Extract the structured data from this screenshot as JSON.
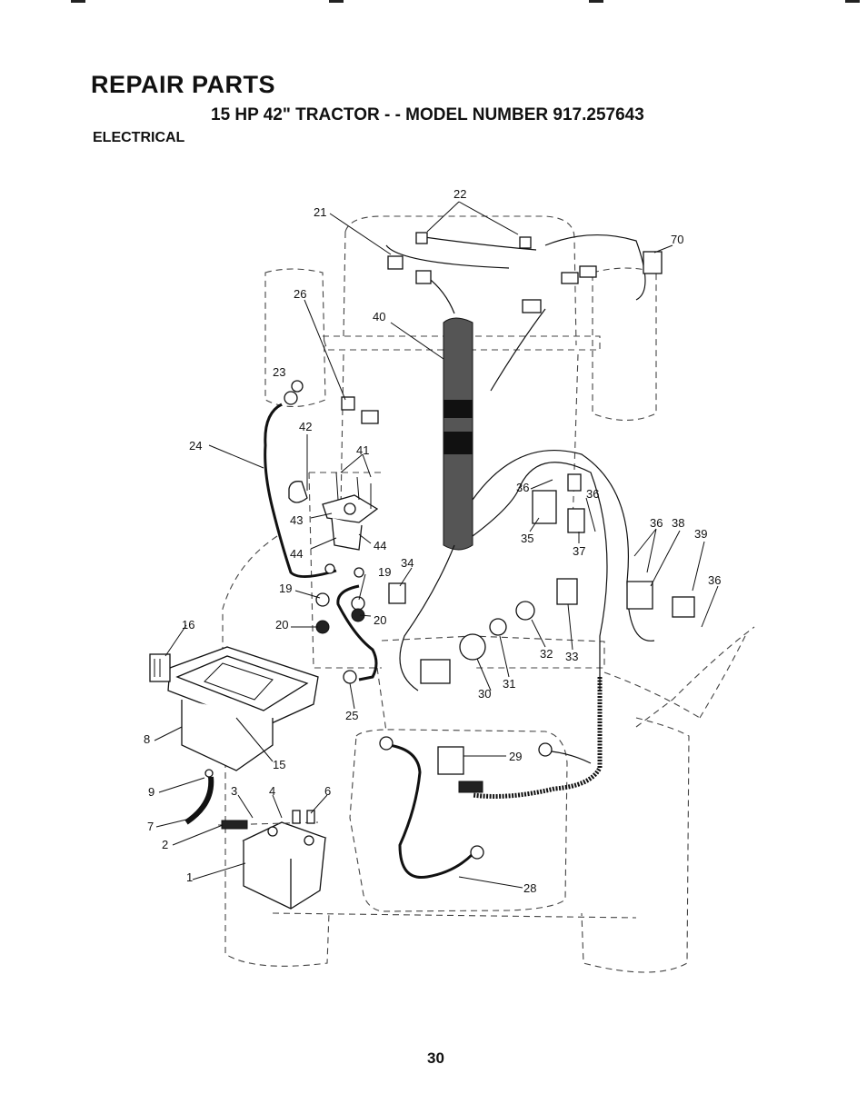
{
  "header": {
    "title": "REPAIR PARTS",
    "model_line": "15 HP 42\" TRACTOR - - MODEL NUMBER 917.257643",
    "section": "ELECTRICAL"
  },
  "callouts": [
    "1",
    "2",
    "3",
    "4",
    "6",
    "7",
    "8",
    "9",
    "15",
    "16",
    "19",
    "19",
    "20",
    "20",
    "21",
    "22",
    "23",
    "24",
    "25",
    "26",
    "28",
    "29",
    "30",
    "31",
    "32",
    "33",
    "34",
    "35",
    "36",
    "36",
    "36",
    "36",
    "37",
    "38",
    "39",
    "40",
    "41",
    "42",
    "43",
    "44",
    "44",
    "70"
  ],
  "footer": {
    "page_number": "30"
  }
}
